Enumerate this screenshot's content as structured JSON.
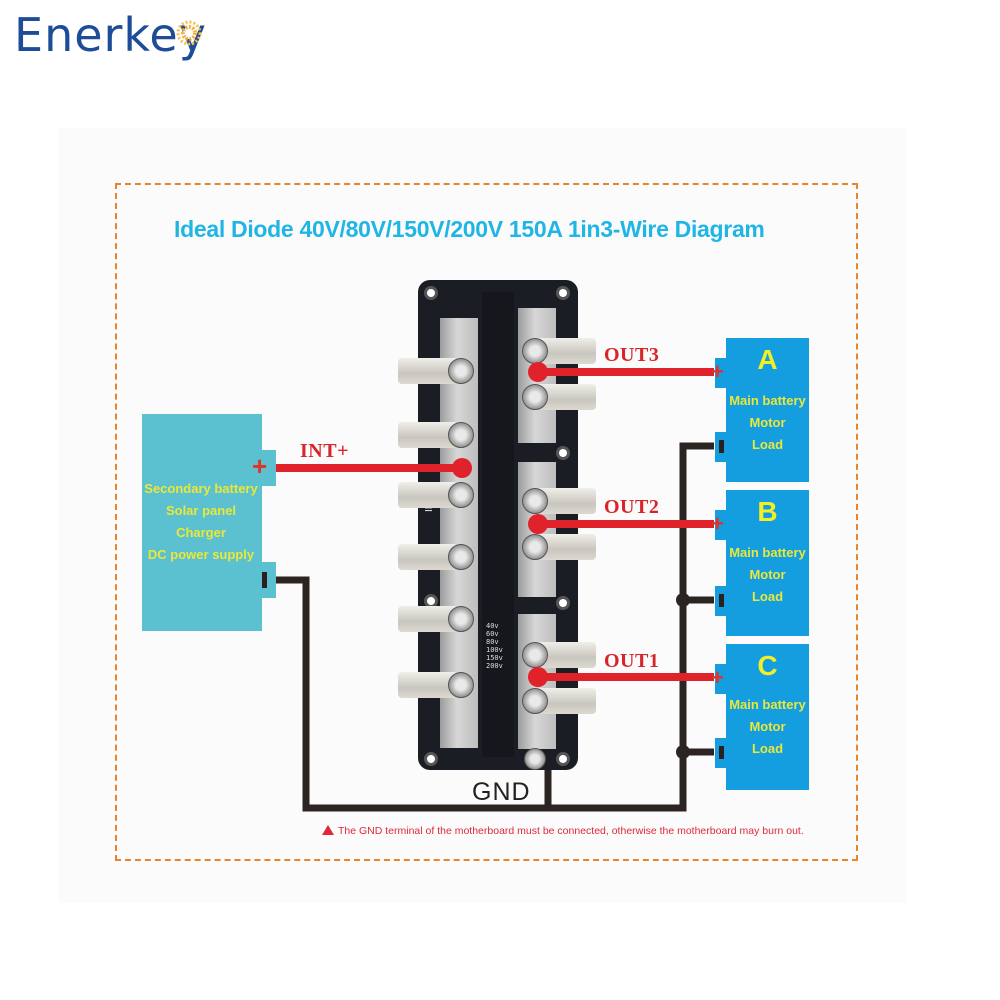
{
  "brand": {
    "name": "Enerkey",
    "logo_icon": "sun-icon"
  },
  "diagram": {
    "title": "Ideal Diode 40V/80V/150V/200V 150A 1in3-Wire Diagram",
    "source": {
      "lines": [
        "Secondary battery",
        "Solar panel",
        "Charger",
        "DC power supply"
      ],
      "positive_symbol": "+",
      "color": "#5bc0d0"
    },
    "board": {
      "input_label": "INT+",
      "silk_input": "INT+",
      "voltage_options": [
        "40v",
        "60v",
        "80v",
        "100v",
        "150v",
        "200v"
      ],
      "ground_label": "GND"
    },
    "outputs": [
      {
        "wire_label": "OUT3",
        "load_letter": "A",
        "lines": [
          "Main battery",
          "Motor",
          "Load"
        ]
      },
      {
        "wire_label": "OUT2",
        "load_letter": "B",
        "lines": [
          "Main battery",
          "Motor",
          "Load"
        ]
      },
      {
        "wire_label": "OUT1",
        "load_letter": "C",
        "lines": [
          "Main battery",
          "Motor",
          "Load"
        ]
      }
    ],
    "load_color": "#149ee0",
    "positive_wire_color": "#e0222a",
    "ground_wire_color": "#2b2422",
    "frame_color": "#e8842a",
    "title_color": "#1fb6e6",
    "warning": {
      "icon": "warning-triangle-icon",
      "text": "The GND terminal of the motherboard must be connected, otherwise the motherboard may burn out."
    }
  }
}
